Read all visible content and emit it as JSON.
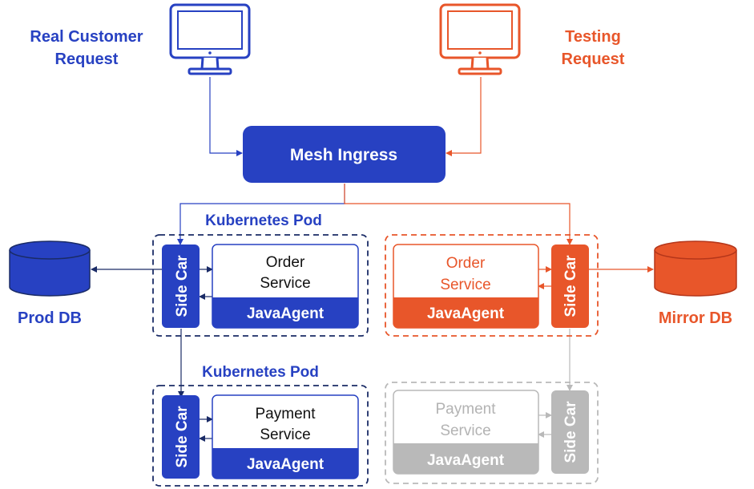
{
  "colors": {
    "blue": "#2741c2",
    "orange": "#e8562a",
    "gray": "#b9b9b9",
    "white": "#ffffff",
    "navy": "#1a2b66"
  },
  "clients": {
    "real_line1": "Real Customer",
    "real_line2": "Request",
    "test_line1": "Testing",
    "test_line2": "Request"
  },
  "ingress": {
    "label": "Mesh Ingress"
  },
  "pods": {
    "label_top": "Kubernetes Pod",
    "label_bottom": "Kubernetes Pod"
  },
  "sidecar": {
    "label": "Side Car"
  },
  "services": {
    "order_line1": "Order",
    "order_line2": "Service",
    "payment_line1": "Payment",
    "payment_line2": "Service",
    "agent": "JavaAgent"
  },
  "databases": {
    "prod": "Prod DB",
    "mirror": "Mirror DB"
  }
}
